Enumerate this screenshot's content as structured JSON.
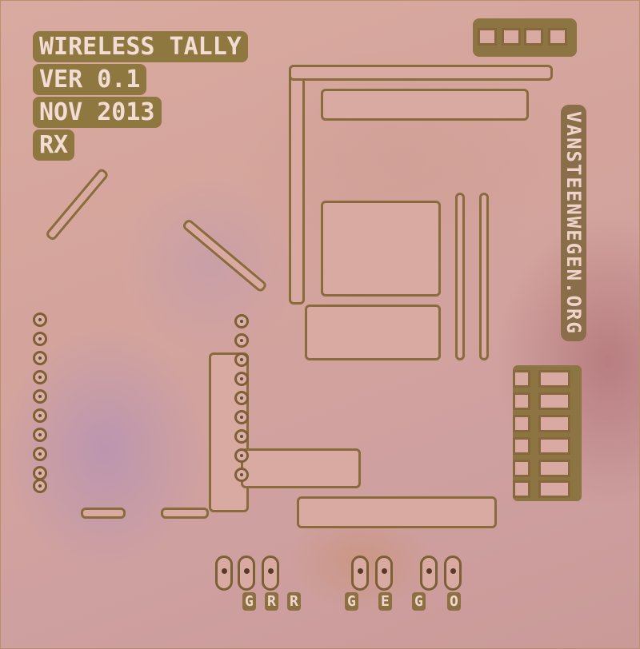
{
  "image": {
    "subject": "Etched printed circuit board",
    "silkscreen": {
      "lines": [
        "WIRELESS TALLY",
        "VER 0.1",
        "NOV 2013",
        "RX"
      ],
      "website": "VANSTEENWEGEN.ORG"
    },
    "connector_labels": [
      "G",
      "R",
      "R",
      "G",
      "E",
      "G",
      "O"
    ],
    "colors": {
      "copper": "#d8aaa2",
      "substrate": "#8d7543",
      "stain_purple": "#aa8cbe"
    }
  }
}
